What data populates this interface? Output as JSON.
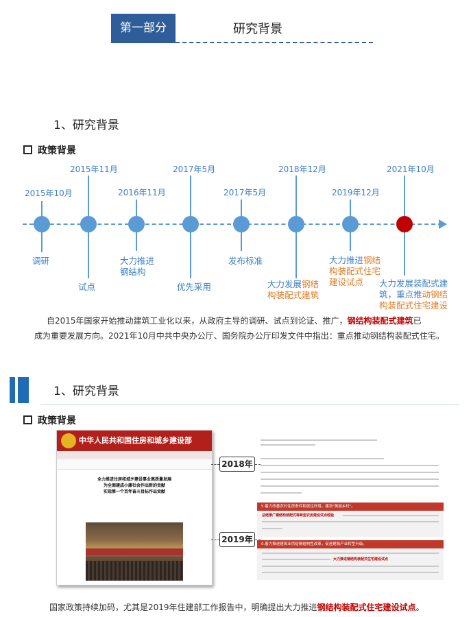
{
  "header": {
    "part_label": "第一部分",
    "part_title": "研究背景"
  },
  "section1": {
    "title": "1、研究背景",
    "subtitle": "政策背景",
    "timeline": [
      {
        "date": "2015年10月",
        "label": "调研"
      },
      {
        "date": "2015年11月",
        "label": "试点"
      },
      {
        "date": "2016年11月",
        "label": "大力推进钢结构"
      },
      {
        "date": "2017年5月",
        "label": "优先采用"
      },
      {
        "date": "2017年5月",
        "label": "发布标准"
      },
      {
        "date": "2018年12月",
        "label_blue": "大力发展",
        "label_orange": "钢结构装配式建筑"
      },
      {
        "date": "2019年12月",
        "label_blue": "大力推进",
        "label_orange": "钢结构装配式住宅建设试点"
      },
      {
        "date": "2021年10月",
        "label_blue": "大力发展装配式建筑，重点推",
        "label_orange": "动钢结构装配式住宅建设"
      }
    ],
    "paragraph_pre": "自2015年国家开始推动建筑工业化以来，从政府主导的调研、试点到论证、推广，",
    "paragraph_highlight": "钢结构装配式建筑",
    "paragraph_post": "已",
    "paragraph_line2": "成为重要发展方向。2021年10月中共中央办公厅、国务院办公厅印发文件中指出：重点推动钢结构装配式住宅。"
  },
  "section2": {
    "title": "1、研究背景",
    "subtitle": "政策背景",
    "screenshot_header": "中华人民共和国住房和城乡建设部",
    "screenshot_headline_1": "全力推进住房和城乡建设事业高质量发展",
    "screenshot_headline_2": "为全面建成小康社会作出新的贡献",
    "screenshot_headline_3": "实现第一个百年奋斗目标作出贡献",
    "year_1": "2018年",
    "year_2": "2019年",
    "doc_bar_1": "5.着力改善农村住房条件和居住环境，建设\"美丽乡村\"。",
    "doc_bar_2": "6.着力推进建筑业供给侧结构性改革，促进建筑产业转型升级。",
    "doc_highlight_1": "总结推广钢结构装配式等新型农房建设试点经验",
    "doc_highlight_2": "大力推进钢结构装配式住宅建设试点",
    "caption_pre": "国家政策持续加码，尤其是2019年住建部工作报告中，明确提出大力推进",
    "caption_highlight": "钢结构装配式住宅建设试点",
    "caption_post": "。"
  },
  "colors": {
    "primary": "#2e5d99",
    "timeline": "#5b9bd5",
    "accent_red": "#c00000",
    "accent_orange": "#e07b24"
  }
}
